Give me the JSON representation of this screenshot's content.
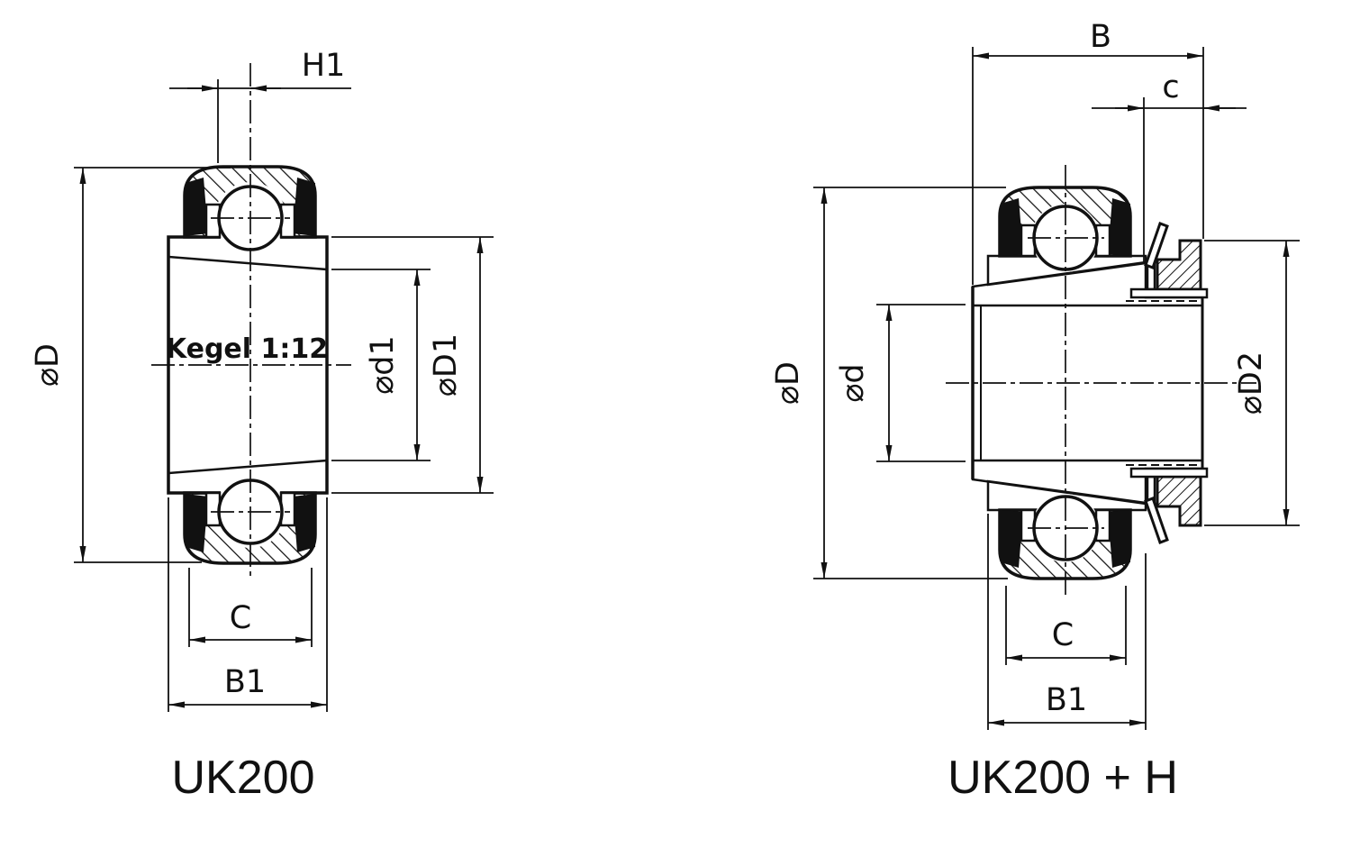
{
  "colors": {
    "ink": "#111111",
    "background": "#ffffff"
  },
  "left": {
    "caption": "UK200",
    "note": "Kegel 1:12",
    "dims": {
      "H1": "H1",
      "D": "⌀D",
      "d1": "⌀d1",
      "D1": "⌀D1",
      "C": "C",
      "B1": "B1"
    }
  },
  "right": {
    "caption": "UK200 + H",
    "dims": {
      "B": "B",
      "c": "c",
      "D": "⌀D",
      "d": "⌀d",
      "D2": "⌀D2",
      "C": "C",
      "B1": "B1"
    }
  }
}
